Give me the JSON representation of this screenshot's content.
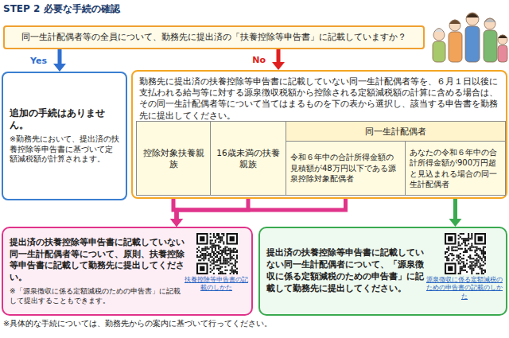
{
  "diagram": {
    "title": "STEP 2 必要な手続の確認",
    "nodes": [
      {
        "text": [
          "同一生計配偶者等の全員について、勤務先に提出済の「扶養控除等申告書」に記載していますか？"
        ]
      },
      {
        "text": [
          "追加の手続はありません。",
          "※勤務先において、提出済の扶養控除等申告書に基づいて定額減税額が計算されます。"
        ]
      },
      {
        "text": [
          "勤務先に提出済の扶養控除等申告書に記載していない同一生計配偶者等を、６月１日以後に支払われる給与等に対する源泉徴収税額から控除される定額減税額の計算に含める場合は、その同一生計配偶者等について当てはまるものを下の表から選択し、該当する申告書を勤務先に提出してください。"
        ]
      },
      {
        "text": [
          "控除対象扶養親族"
        ],
        "in": 2
      },
      {
        "text": [
          "16歳未満の扶養親族"
        ],
        "in": 2
      },
      {
        "text": [
          "同一生計配偶者"
        ],
        "in": 2
      },
      {
        "text": [
          "令和６年中の合計所得金額の見積額が48万円以下である源泉控除対象配偶者"
        ],
        "in": 2
      },
      {
        "text": [
          "あなたの令和６年中の合計所得金額が900万円超と見込まれる場合の同一生計配偶者"
        ],
        "in": 2
      },
      {
        "text": [
          "提出済の扶養控除等申告書に記載していない同一生計配偶者等について、原則、扶養控除等申告書に記載して勤務先に提出してください。",
          "※「源泉徴収に係る定額減税のための申告書」に記載して提出することもできます。",
          "扶養控除等申告書の記載のしかた"
        ]
      },
      {
        "text": [
          "提出済の扶養控除等申告書に記載していない同一生計配偶者について、「源泉徴収に係る定額減税のための申告書」に記載して勤務先に提出してください。",
          "源泉徴収に係る定額減税のための申告書の記載のしかた"
        ]
      }
    ],
    "edges": [
      {
        "from": 0,
        "to": 1,
        "label": "Yes",
        "arrow": "to"
      },
      {
        "from": 0,
        "to": 2,
        "label": "No",
        "arrow": "to"
      },
      {
        "from": 3,
        "to": 8,
        "arrow": "to"
      },
      {
        "from": 4,
        "to": 8,
        "arrow": "to"
      },
      {
        "from": 6,
        "to": 8,
        "arrow": "to"
      },
      {
        "from": 7,
        "to": 9,
        "arrow": "to"
      }
    ],
    "labels": [
      "※具体的な手続については、勤務先からの案内に基づいて行ってください。"
    ]
  }
}
